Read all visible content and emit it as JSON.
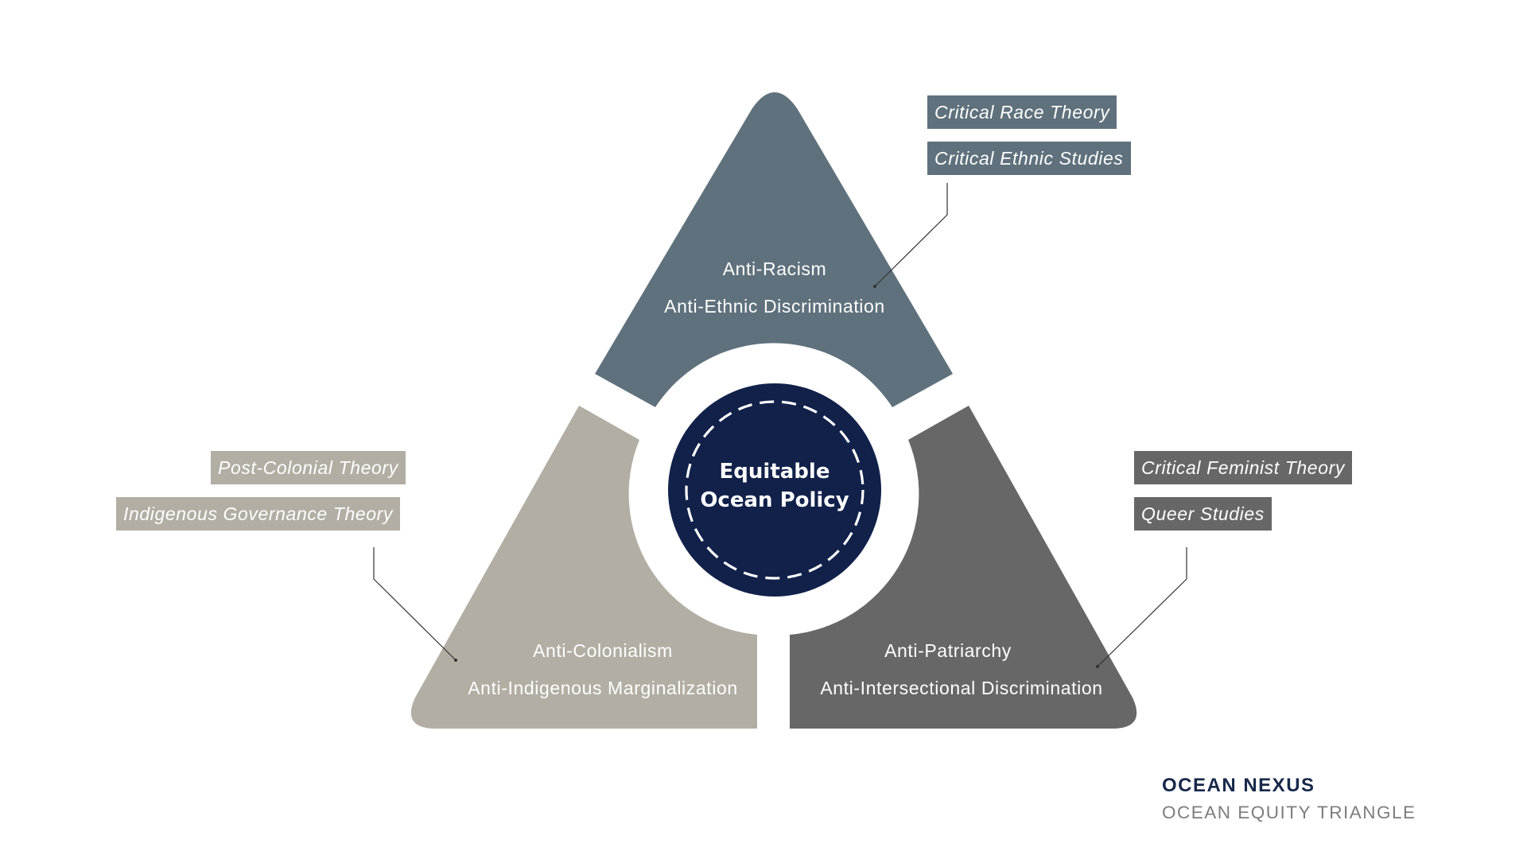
{
  "diagram": {
    "center": {
      "line1": "Equitable",
      "line2": "Ocean Policy"
    },
    "segments": [
      {
        "id": "top",
        "color": "#5f717c",
        "line1": "Anti-Racism",
        "line2": "Anti-Ethnic Discrimination",
        "theories": [
          "Critical Race Theory",
          "Critical Ethnic Studies"
        ]
      },
      {
        "id": "left",
        "color": "#b2aea4",
        "line1": "Anti-Colonialism",
        "line2": "Anti-Indigenous Marginalization",
        "theories": [
          "Post-Colonial Theory",
          "Indigenous Governance Theory"
        ]
      },
      {
        "id": "right",
        "color": "#676767",
        "line1": "Anti-Patriarchy",
        "line2": "Anti-Intersectional Discrimination",
        "theories": [
          "Critical Feminist Theory",
          "Queer Studies"
        ]
      }
    ],
    "center_color": "#11214a"
  },
  "branding": {
    "name": "OCEAN NEXUS",
    "subtitle": "OCEAN EQUITY TRIANGLE"
  }
}
